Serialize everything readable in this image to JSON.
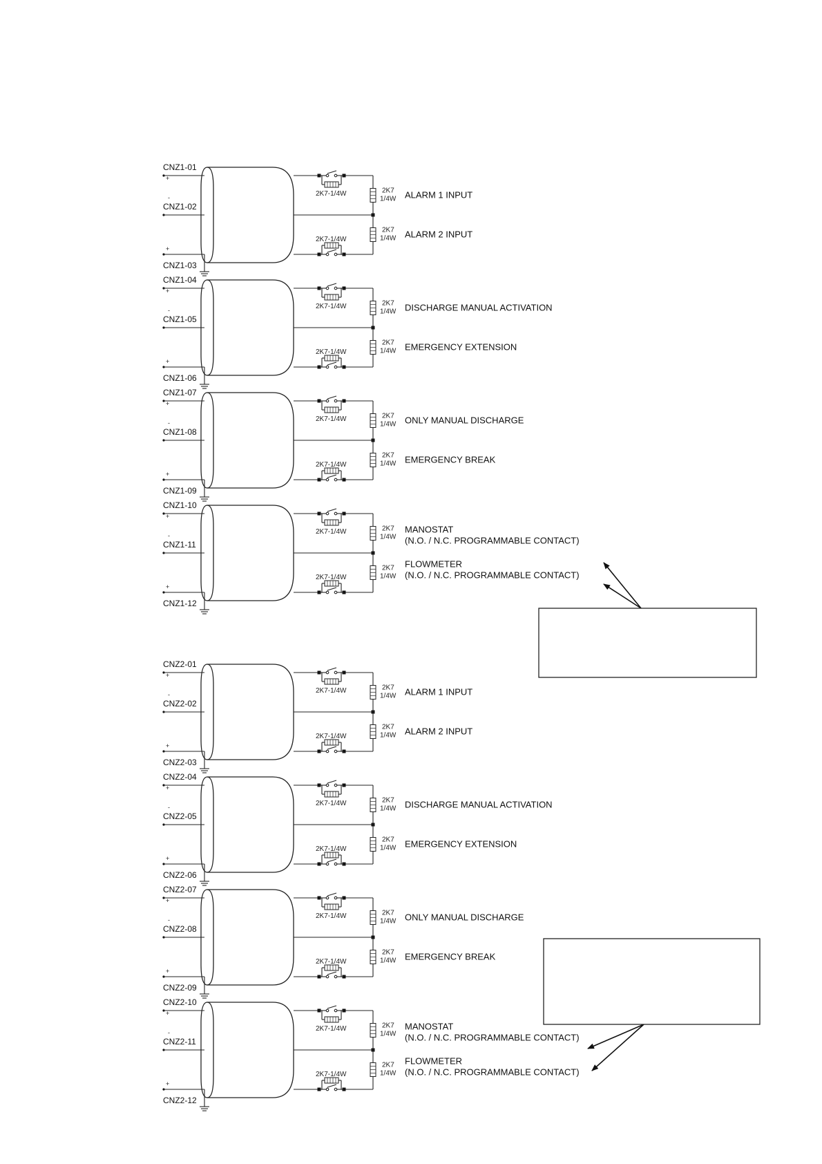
{
  "signs": {
    "plus": "+",
    "minus": "-"
  },
  "resistor_series": "2K7-1/4W",
  "resistor_shunt": {
    "value": "2K7",
    "rating": "1/4W"
  },
  "connectors": [
    {
      "blocks": [
        {
          "pins": [
            "CNZ1-01",
            "CNZ1-02",
            "CNZ1-03"
          ],
          "labels": [
            [
              "ALARM 1 INPUT"
            ],
            [
              "ALARM 2 INPUT"
            ]
          ]
        },
        {
          "pins": [
            "CNZ1-04",
            "CNZ1-05",
            "CNZ1-06"
          ],
          "labels": [
            [
              "DISCHARGE MANUAL ACTIVATION"
            ],
            [
              "EMERGENCY EXTENSION"
            ]
          ]
        },
        {
          "pins": [
            "CNZ1-07",
            "CNZ1-08",
            "CNZ1-09"
          ],
          "labels": [
            [
              "ONLY MANUAL DISCHARGE"
            ],
            [
              "EMERGENCY BREAK"
            ]
          ]
        },
        {
          "pins": [
            "CNZ1-10",
            "CNZ1-11",
            "CNZ1-12"
          ],
          "labels": [
            [
              "MANOSTAT",
              "(N.O. / N.C. PROGRAMMABLE CONTACT)"
            ],
            [
              "FLOWMETER",
              "(N.O. / N.C. PROGRAMMABLE CONTACT)"
            ]
          ]
        }
      ]
    },
    {
      "blocks": [
        {
          "pins": [
            "CNZ2-01",
            "CNZ2-02",
            "CNZ2-03"
          ],
          "labels": [
            [
              "ALARM 1 INPUT"
            ],
            [
              "ALARM 2 INPUT"
            ]
          ]
        },
        {
          "pins": [
            "CNZ2-04",
            "CNZ2-05",
            "CNZ2-06"
          ],
          "labels": [
            [
              "DISCHARGE MANUAL ACTIVATION"
            ],
            [
              "EMERGENCY EXTENSION"
            ]
          ]
        },
        {
          "pins": [
            "CNZ2-07",
            "CNZ2-08",
            "CNZ2-09"
          ],
          "labels": [
            [
              "ONLY MANUAL DISCHARGE"
            ],
            [
              "EMERGENCY BREAK"
            ]
          ]
        },
        {
          "pins": [
            "CNZ2-10",
            "CNZ2-11",
            "CNZ2-12"
          ],
          "labels": [
            [
              "MANOSTAT",
              "(N.O. / N.C. PROGRAMMABLE CONTACT)"
            ],
            [
              "FLOWMETER",
              "(N.O. / N.C. PROGRAMMABLE CONTACT)"
            ]
          ]
        }
      ]
    }
  ],
  "note_boxes": [
    {
      "text": ""
    },
    {
      "text": ""
    }
  ]
}
